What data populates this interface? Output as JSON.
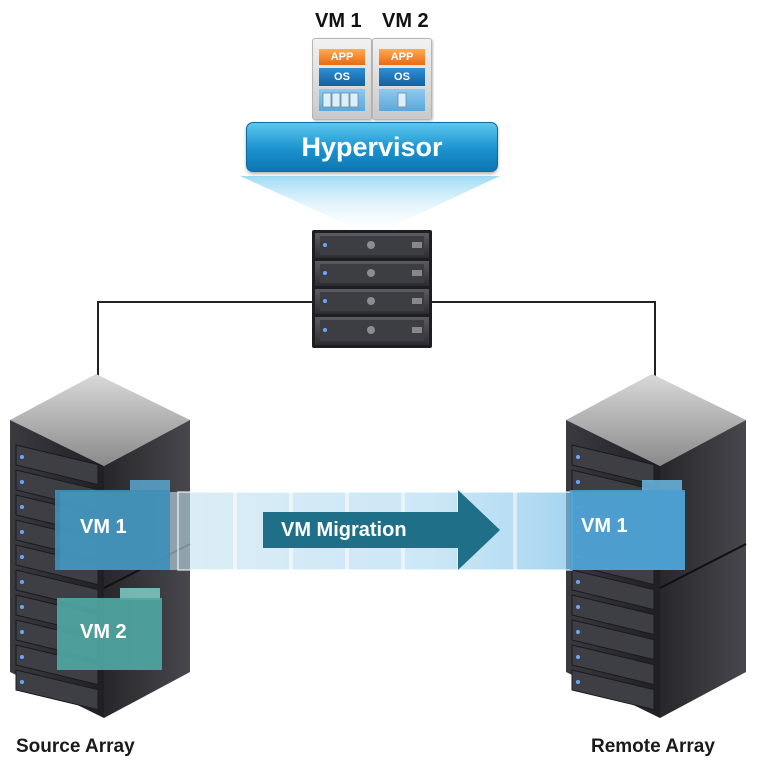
{
  "vm_stack": {
    "vm1_title": "VM 1",
    "vm2_title": "VM 2",
    "app_label": "APP",
    "os_label": "OS"
  },
  "hypervisor": {
    "label": "Hypervisor"
  },
  "migration": {
    "label": "VM Migration",
    "source_vm_label": "VM 1",
    "source_vm2_label": "VM 2",
    "target_vm_label": "VM 1"
  },
  "arrays": {
    "source_label": "Source Array",
    "remote_label": "Remote Array"
  },
  "colors": {
    "hypervisor_blue": "#1a92cf",
    "app_orange": "#e86a12",
    "os_blue": "#145f9e",
    "migration_arrow": "#1e6f87",
    "vm_box_blue": "#3d8fb8",
    "vm2_box_teal": "#4fa6a3",
    "server_dark": "#2b2b30"
  }
}
